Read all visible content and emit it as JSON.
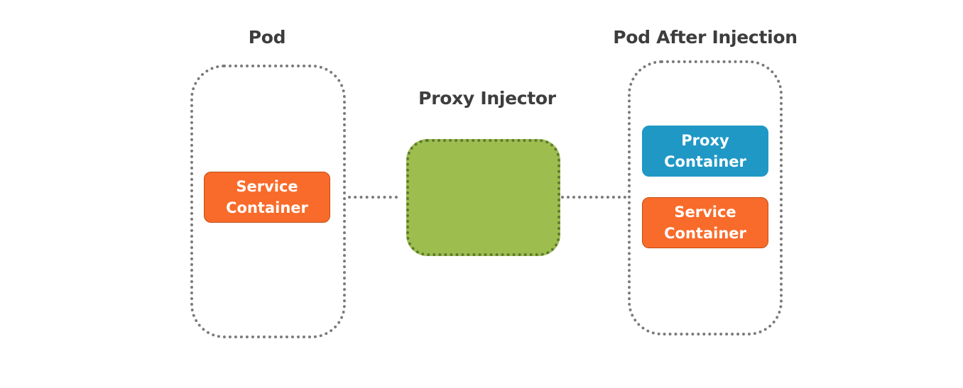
{
  "titles": {
    "pod": "Pod",
    "injector": "Proxy Injector",
    "pod_after": "Pod After Injection"
  },
  "pod_left": {
    "service_container": {
      "line1": "Service",
      "line2": "Container"
    }
  },
  "pod_after": {
    "proxy_container": {
      "line1": "Proxy",
      "line2": "Container"
    },
    "service_container": {
      "line1": "Service",
      "line2": "Container"
    }
  },
  "colors": {
    "service": "#f96b2a",
    "proxy": "#1f98c6",
    "injector": "#9dbd4f",
    "outline": "#7a7a7a",
    "title_text": "#3d3d3d"
  }
}
